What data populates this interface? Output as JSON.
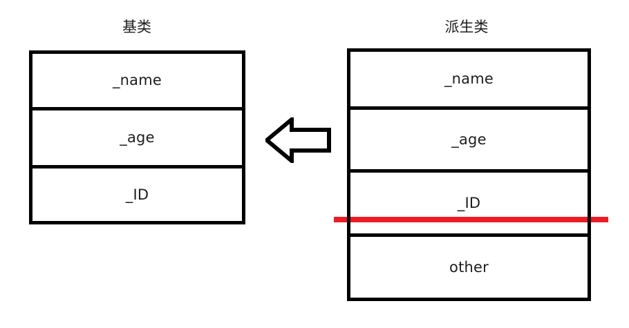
{
  "diagram": {
    "type": "class-inheritance-memory-layout",
    "background_color": "#ffffff",
    "line_color": "#000000",
    "accent_color": "#ED1C24"
  },
  "base_class": {
    "title": "基类",
    "members": [
      {
        "label": "_name"
      },
      {
        "label": "_age"
      },
      {
        "label": "_ID"
      }
    ]
  },
  "derived_class": {
    "title": "派生类",
    "members": [
      {
        "label": "_name"
      },
      {
        "label": "_age"
      },
      {
        "label": "_ID"
      },
      {
        "label": "other"
      }
    ],
    "separator": {
      "color": "#ED1C24",
      "after_member": "_ID"
    }
  },
  "arrow": {
    "icon": "arrow-left-icon",
    "direction": "left",
    "style": "hollow-block-arrow",
    "color": "#000000"
  }
}
